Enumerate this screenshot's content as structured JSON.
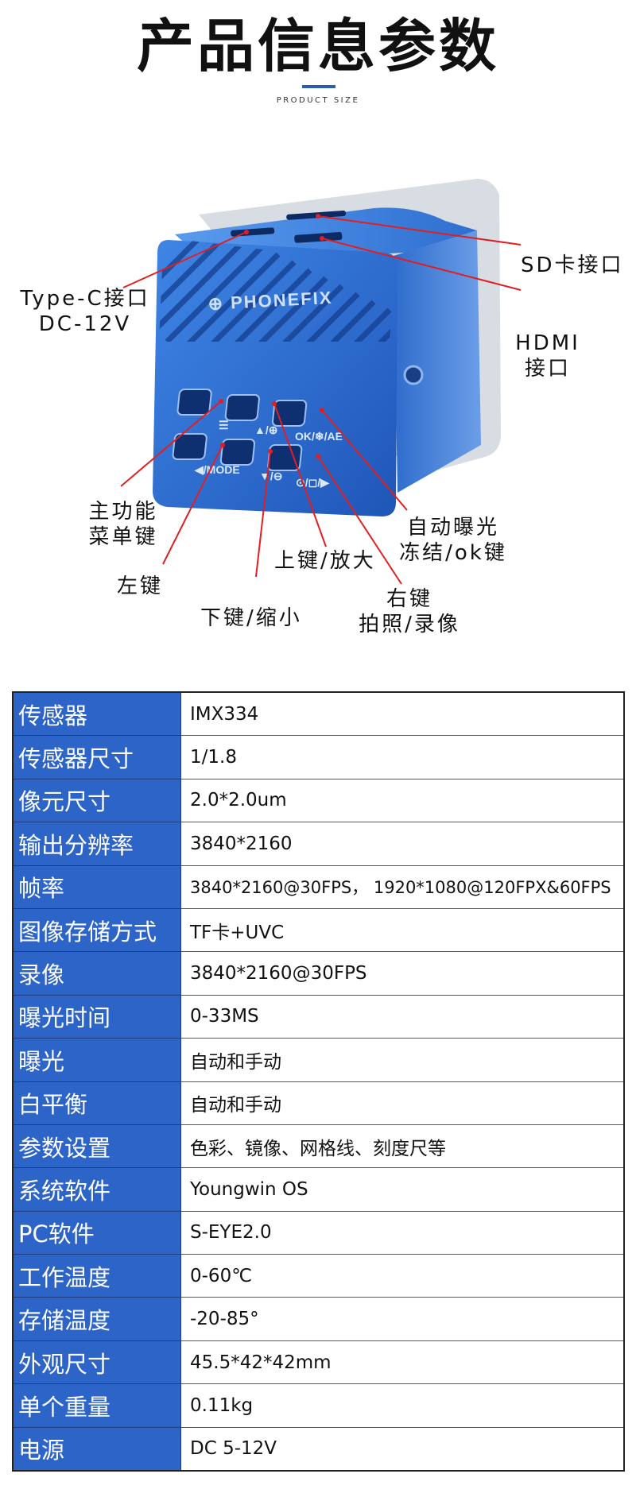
{
  "header": {
    "title": "产品信息参数",
    "subtitle": "PRODUCT SIZE"
  },
  "device": {
    "brand_logo_text": "PHONEFIX",
    "button_labels": [
      "☰",
      "▲/⊕",
      "OK/❄/AE",
      "◀/MODE",
      "▼/⊖",
      "⊙/◻/▶"
    ]
  },
  "callouts": {
    "sd_port": "SD卡接口",
    "typec_port_line1": "Type-C接口",
    "typec_port_line2": "DC-12V",
    "hdmi_port_line1": "HDMI",
    "hdmi_port_line2": "接口",
    "menu_key_line1": "主功能",
    "menu_key_line2": "菜单键",
    "auto_exposure_line1": "自动曝光",
    "auto_exposure_line2": "冻结/ok键",
    "up_key": "上键/放大",
    "left_key": "左键",
    "right_key_line1": "右键",
    "right_key_line2": "拍照/录像",
    "down_key": "下键/缩小"
  },
  "colors": {
    "accent": "#2a5db0",
    "table_key_bg": "#2c64c8",
    "device_blue": "#2e6fd0",
    "callout_line": "#e02020"
  },
  "specs": [
    {
      "key": "传感器",
      "value": "IMX334"
    },
    {
      "key": "传感器尺寸",
      "value": "1/1.8"
    },
    {
      "key": "像元尺寸",
      "value": "2.0*2.0um"
    },
    {
      "key": "输出分辨率",
      "value": "3840*2160"
    },
    {
      "key": "帧率",
      "value": "3840*2160@30FPS， 1920*1080@120FPX&60FPS"
    },
    {
      "key": "图像存储方式",
      "value": "TF卡+UVC"
    },
    {
      "key": "录像",
      "value": "3840*2160@30FPS"
    },
    {
      "key": "曝光时间",
      "value": "0-33MS"
    },
    {
      "key": "曝光",
      "value": "自动和手动"
    },
    {
      "key": "白平衡",
      "value": "自动和手动"
    },
    {
      "key": "参数设置",
      "value": "色彩、镜像、网格线、刻度尺等"
    },
    {
      "key": "系统软件",
      "value": "Youngwin OS"
    },
    {
      "key": "PC软件",
      "value": "S-EYE2.0"
    },
    {
      "key": "工作温度",
      "value": "0-60℃"
    },
    {
      "key": "存储温度",
      "value": "-20-85°"
    },
    {
      "key": "外观尺寸",
      "value": "45.5*42*42mm"
    },
    {
      "key": "单个重量",
      "value": "0.11kg"
    },
    {
      "key": "电源",
      "value": "DC 5-12V"
    }
  ]
}
